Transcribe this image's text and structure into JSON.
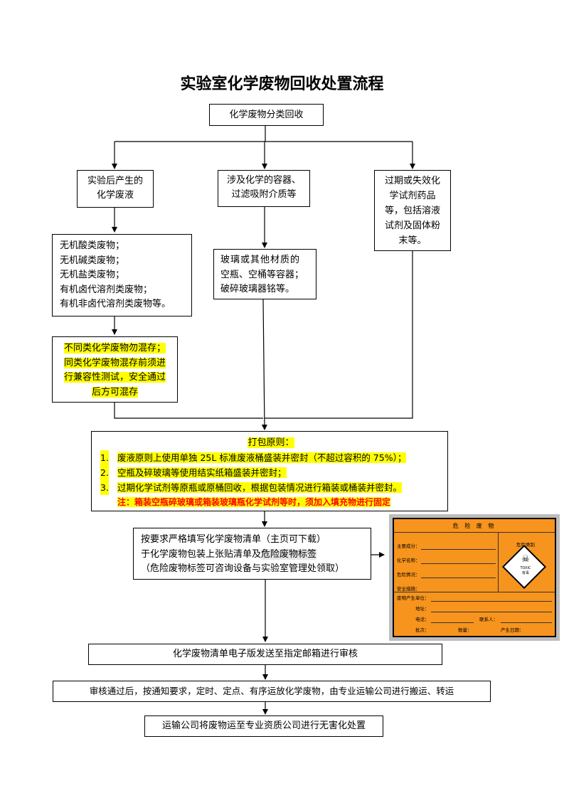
{
  "title": "实验室化学废物回收处置流程",
  "top_box": "化学废物分类回收",
  "branch1": {
    "lines": [
      "实验后产生的",
      "化学废液"
    ]
  },
  "branch2": {
    "lines": [
      "涉及化学的容器、",
      "过滤吸附介质等"
    ]
  },
  "branch3": {
    "lines": [
      "过期或失效化",
      "学试剂药品",
      "等，包括溶液",
      "试剂及固体粉",
      "末等。"
    ]
  },
  "waste_types": [
    "无机酸类废物；",
    "无机碱类废物；",
    "无机盐类废物；",
    "有机卤代溶剂类废物；",
    "有机非卤代溶剂类废物等。"
  ],
  "containers": [
    "玻璃或其他材质的",
    "空瓶、空桶等容器；",
    "破碎玻璃器铭等。"
  ],
  "mix_warning": [
    "不同类化学废物勿混存；",
    "同类化学废物混存前须进",
    "行兼容性测试，安全通过",
    "后方可混存"
  ],
  "packing": {
    "heading": "打包原则：",
    "items": [
      {
        "num": "1.",
        "text": "废液原则上使用单独 25L 标准废液桶盛装并密封（不超过容积的 75%）；"
      },
      {
        "num": "2.",
        "text": "空瓶及碎玻璃等使用结实纸箱盛装并密封；"
      },
      {
        "num": "3.",
        "text": "过期化学试剂等原瓶或原桶回收，根据包装情况进行箱装或桶装并密封。"
      }
    ],
    "note": "注：箱装空瓶碎玻璃或箱装玻璃瓶化学试剂等时，须加入填充物进行固定"
  },
  "form_box": {
    "line1": "按要求严格填写化学废物清单（主页可下载）",
    "line2_pre": "于化学废物包装上张贴清单及",
    "line2_hl": "危险废物标签",
    "line3": "（危险废物标签可咨询设备与实验室管理处领取）"
  },
  "hazard_label": {
    "title": "危 险 废 物",
    "fields": [
      "主要成分：",
      "化学名称：",
      "危险情况：",
      "安全措施："
    ],
    "class_label": "危险类别",
    "diamond_text": "TOXIC",
    "diamond_sub": "有毒",
    "producer": "废物产生单位：",
    "address": "地址：",
    "phone": "电话：",
    "contact": "联系人：",
    "batch": "批次：",
    "quantity": "数量：",
    "date": "产生日期："
  },
  "email_box": "化学废物清单电子版发送至指定邮箱进行审核",
  "transport_box": "审核通过后，按通知要求，定时、定点、有序运放化学废物，由专业运输公司进行搬运、转运",
  "final_box": "运输公司将废物运至专业资质公司进行无害化处置",
  "colors": {
    "highlight": "#ffff00",
    "note_red": "#ff0000",
    "label_orange": "#f7941d"
  }
}
